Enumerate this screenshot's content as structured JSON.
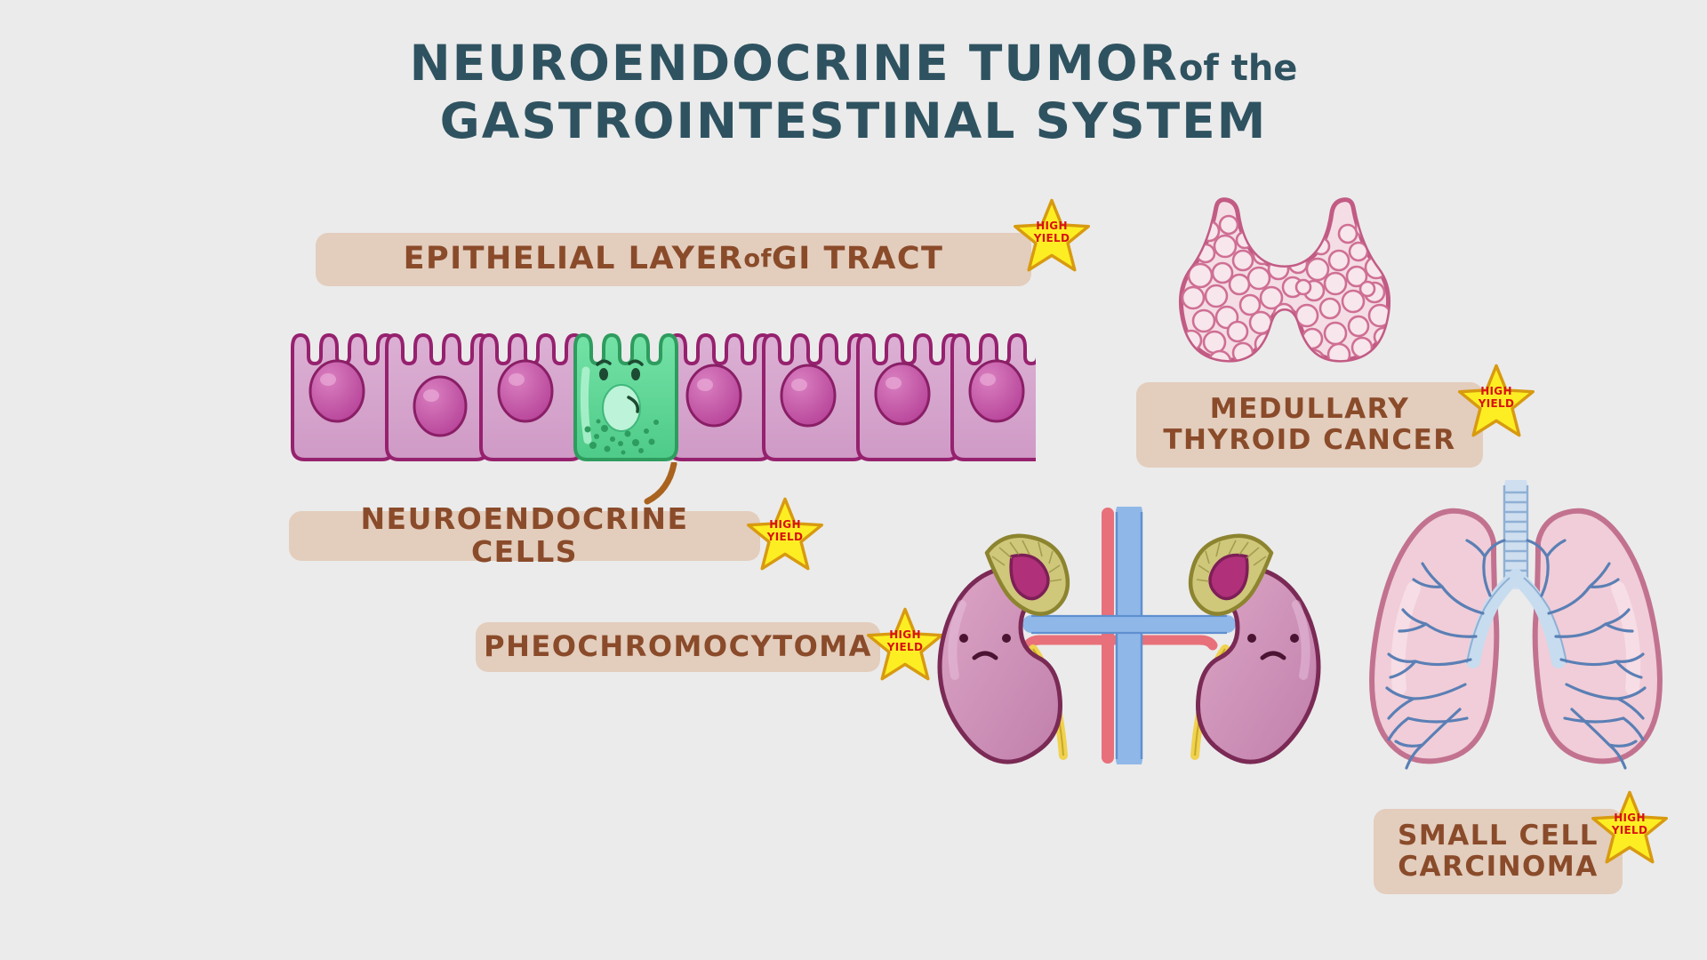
{
  "page": {
    "background_color": "#ebebeb",
    "title_color": "#2e5260",
    "label_band_color": "#e3cdbd",
    "label_text_color": "#8a4b2a",
    "star_fill_color": "#fdee23",
    "star_stroke_color": "#d89a10",
    "star_text_color": "#d81212"
  },
  "title": {
    "line1_main": "NEUROENDOCRINE TUMOR",
    "line1_small": "of the",
    "line2": "GASTROINTESTINAL SYSTEM"
  },
  "labels": {
    "epithelial": {
      "main": "EPITHELIAL LAYER",
      "small": "of",
      "tail": "GI TRACT"
    },
    "neuroendocrine": "NEUROENDOCRINE CELLS",
    "pheochromocytoma": "PHEOCHROMOCYTOMA",
    "medullary_thyroid": {
      "line1": "MEDULLARY",
      "line2": "THYROID CANCER"
    },
    "small_cell": {
      "line1": "SMALL CELL",
      "line2": "CARCINOMA"
    }
  },
  "badges": {
    "high_yield": {
      "line1": "HIGH",
      "line2": "YIELD"
    }
  },
  "illustrations": {
    "epithelium": {
      "name": "epithelial-layer-illustration",
      "cell_fill": "#d9a8cf",
      "cell_stroke": "#96216e",
      "nucleus_fill": "#c659a8",
      "neuroendocrine_cell_fill": "#5fd795",
      "neuroendocrine_cell_stroke": "#2e9c5e",
      "cell_count": 8,
      "neuroendocrine_index": 3
    },
    "thyroid": {
      "name": "thyroid-gland-illustration",
      "fill": "#f4dde5",
      "stroke": "#c25b84"
    },
    "kidneys": {
      "name": "kidneys-adrenal-glands-illustration",
      "kidney_fill": "#cd8fb5",
      "kidney_stroke": "#7a2a55",
      "adrenal_fill": "#cfc77a",
      "adrenal_stroke": "#8d8430",
      "vein_color": "#8fb8e8",
      "artery_color": "#e8707a",
      "ureter_color": "#f0d24f"
    },
    "lungs": {
      "name": "lungs-illustration",
      "lung_fill": "#f0cdd8",
      "lung_stroke": "#c2728f",
      "bronchi_color": "#5a7fb5",
      "trachea_fill": "#dce9f6"
    },
    "pointer": {
      "name": "pointer-curve",
      "color": "#a9631f"
    }
  }
}
